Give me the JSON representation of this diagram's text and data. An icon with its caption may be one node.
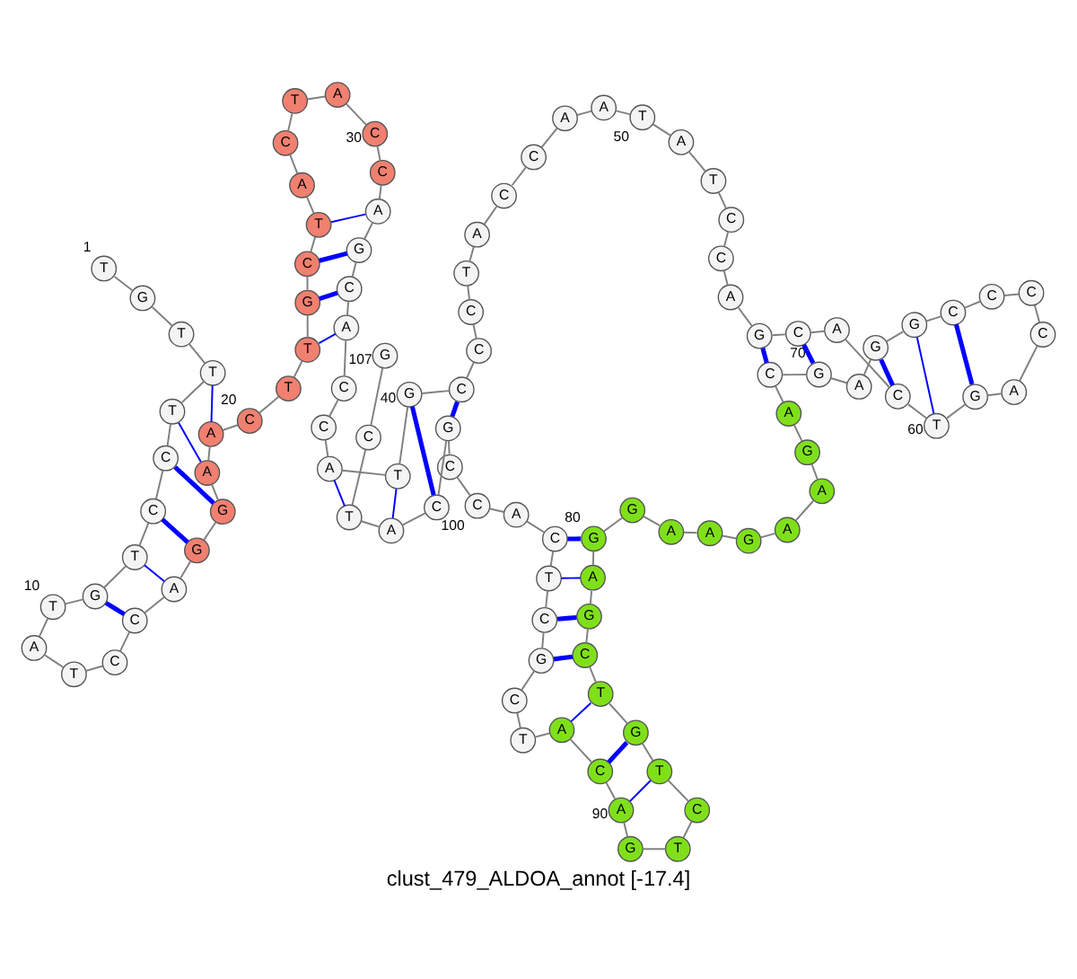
{
  "diagram": {
    "title": "clust_479_ALDOA_annot [-17.4]",
    "nodes": [
      {
        "text": [
          "T"
        ],
        "beside": [
          "1"
        ]
      },
      {
        "text": [
          "G"
        ]
      },
      {
        "text": [
          "T"
        ]
      },
      {
        "text": [
          "T"
        ]
      },
      {
        "text": [
          "T"
        ]
      },
      {
        "text": [
          "C"
        ]
      },
      {
        "text": [
          "C"
        ]
      },
      {
        "text": [
          "T"
        ]
      },
      {
        "text": [
          "G"
        ]
      },
      {
        "text": [
          "T"
        ],
        "beside": [
          "10"
        ]
      },
      {
        "text": [
          "A"
        ]
      },
      {
        "text": [
          "T"
        ]
      },
      {
        "text": [
          "C"
        ]
      },
      {
        "text": [
          "C"
        ]
      },
      {
        "text": [
          "A"
        ]
      },
      {
        "text": [
          "G"
        ]
      },
      {
        "text": [
          "G"
        ]
      },
      {
        "text": [
          "A"
        ]
      },
      {
        "text": [
          "A"
        ]
      },
      {
        "text": [
          "C"
        ],
        "beside": [
          "20"
        ]
      },
      {
        "text": [
          "T"
        ]
      },
      {
        "text": [
          "T"
        ]
      },
      {
        "text": [
          "G"
        ]
      },
      {
        "text": [
          "C"
        ]
      },
      {
        "text": [
          "T"
        ]
      },
      {
        "text": [
          "A"
        ]
      },
      {
        "text": [
          "C"
        ]
      },
      {
        "text": [
          "T"
        ]
      },
      {
        "text": [
          "A"
        ]
      },
      {
        "text": [
          "C"
        ],
        "beside": [
          "30"
        ]
      },
      {
        "text": [
          "C"
        ]
      },
      {
        "text": [
          "A"
        ]
      },
      {
        "text": [
          "G"
        ]
      },
      {
        "text": [
          "C"
        ]
      },
      {
        "text": [
          "A"
        ]
      },
      {
        "text": [
          "C"
        ]
      },
      {
        "text": [
          "C"
        ]
      },
      {
        "text": [
          "A"
        ]
      },
      {
        "text": [
          "T"
        ]
      },
      {
        "text": [
          "G"
        ],
        "beside": [
          "40"
        ]
      },
      {
        "text": [
          "C"
        ]
      },
      {
        "text": [
          "C"
        ]
      },
      {
        "text": [
          "C"
        ]
      },
      {
        "text": [
          "T"
        ]
      },
      {
        "text": [
          "A"
        ]
      },
      {
        "text": [
          "C"
        ]
      },
      {
        "text": [
          "C"
        ]
      },
      {
        "text": [
          "A"
        ]
      },
      {
        "text": [
          "A"
        ]
      },
      {
        "text": [
          "T"
        ],
        "beside": [
          "50"
        ]
      },
      {
        "text": [
          "A"
        ]
      },
      {
        "text": [
          "T"
        ]
      },
      {
        "text": [
          "C"
        ]
      },
      {
        "text": [
          "C"
        ]
      },
      {
        "text": [
          "A"
        ]
      },
      {
        "text": [
          "G"
        ]
      },
      {
        "text": [
          "C"
        ]
      },
      {
        "text": [
          "A"
        ]
      },
      {
        "text": [
          "C"
        ]
      },
      {
        "text": [
          "T"
        ],
        "beside": [
          "60"
        ]
      },
      {
        "text": [
          "G"
        ]
      },
      {
        "text": [
          "A"
        ]
      },
      {
        "text": [
          "C"
        ]
      },
      {
        "text": [
          "C"
        ]
      },
      {
        "text": [
          "C"
        ]
      },
      {
        "text": [
          "C"
        ]
      },
      {
        "text": [
          "G"
        ]
      },
      {
        "text": [
          "G"
        ]
      },
      {
        "text": [
          "A"
        ]
      },
      {
        "text": [
          "G"
        ],
        "beside": [
          "70"
        ]
      },
      {
        "text": [
          "C"
        ]
      },
      {
        "text": [
          "A"
        ]
      },
      {
        "text": [
          "G"
        ]
      },
      {
        "text": [
          "A"
        ]
      },
      {
        "text": [
          "A"
        ]
      },
      {
        "text": [
          "G"
        ]
      },
      {
        "text": [
          "A"
        ]
      },
      {
        "text": [
          "A"
        ]
      },
      {
        "text": [
          "G"
        ]
      },
      {
        "text": [
          "G"
        ],
        "beside": [
          "80"
        ]
      },
      {
        "text": [
          "A"
        ]
      },
      {
        "text": [
          "G"
        ]
      },
      {
        "text": [
          "C"
        ]
      },
      {
        "text": [
          "T"
        ]
      },
      {
        "text": [
          "G"
        ]
      },
      {
        "text": [
          "T"
        ]
      },
      {
        "text": [
          "C"
        ]
      },
      {
        "text": [
          "T"
        ]
      },
      {
        "text": [
          "G"
        ]
      },
      {
        "text": [
          "A"
        ],
        "beside": [
          "90"
        ]
      },
      {
        "text": [
          "C"
        ]
      },
      {
        "text": [
          "A"
        ]
      },
      {
        "text": [
          "T"
        ]
      },
      {
        "text": [
          "C"
        ]
      },
      {
        "text": [
          "G"
        ]
      },
      {
        "text": [
          "C"
        ]
      },
      {
        "text": [
          "T"
        ]
      },
      {
        "text": [
          "C"
        ]
      },
      {
        "text": [
          "A"
        ]
      },
      {
        "text": [
          "C"
        ],
        "beside": [
          "100"
        ]
      },
      {
        "text": [
          "C"
        ]
      },
      {
        "text": [
          "G"
        ]
      },
      {
        "text": [
          "C"
        ]
      },
      {
        "text": [
          "A"
        ]
      },
      {
        "text": [
          "T"
        ]
      },
      {
        "text": [
          "C"
        ]
      },
      {
        "text": [
          "G"
        ],
        "beside": [
          "107"
        ]
      }
    ],
    "edges": [
      {
        "from": 0,
        "to": 1,
        "arrow": "none"
      },
      {
        "from": 1,
        "to": 2,
        "arrow": "none"
      },
      {
        "from": 2,
        "to": 3,
        "arrow": "none"
      },
      {
        "from": 3,
        "to": 4,
        "arrow": "none"
      },
      {
        "from": 4,
        "to": 5,
        "arrow": "none"
      },
      {
        "from": 5,
        "to": 6,
        "arrow": "none"
      },
      {
        "from": 6,
        "to": 7,
        "arrow": "none"
      },
      {
        "from": 7,
        "to": 8,
        "arrow": "none"
      },
      {
        "from": 8,
        "to": 9,
        "arrow": "none"
      },
      {
        "from": 9,
        "to": 10,
        "arrow": "none"
      },
      {
        "from": 10,
        "to": 11,
        "arrow": "none"
      },
      {
        "from": 11,
        "to": 12,
        "arrow": "none"
      },
      {
        "from": 12,
        "to": 13,
        "arrow": "none"
      },
      {
        "from": 13,
        "to": 14,
        "arrow": "none"
      },
      {
        "from": 14,
        "to": 15,
        "arrow": "none"
      },
      {
        "from": 15,
        "to": 16,
        "arrow": "none"
      },
      {
        "from": 16,
        "to": 17,
        "arrow": "none"
      },
      {
        "from": 17,
        "to": 18,
        "arrow": "none"
      },
      {
        "from": 18,
        "to": 19,
        "arrow": "none"
      },
      {
        "from": 19,
        "to": 20,
        "arrow": "none"
      },
      {
        "from": 20,
        "to": 21,
        "arrow": "none"
      },
      {
        "from": 21,
        "to": 22,
        "arrow": "none"
      },
      {
        "from": 22,
        "to": 23,
        "arrow": "none"
      },
      {
        "from": 23,
        "to": 24,
        "arrow": "none"
      },
      {
        "from": 24,
        "to": 25,
        "arrow": "none"
      },
      {
        "from": 25,
        "to": 26,
        "arrow": "none"
      },
      {
        "from": 26,
        "to": 27,
        "arrow": "none"
      },
      {
        "from": 27,
        "to": 28,
        "arrow": "none"
      },
      {
        "from": 28,
        "to": 29,
        "arrow": "none"
      },
      {
        "from": 29,
        "to": 30,
        "arrow": "none"
      },
      {
        "from": 30,
        "to": 31,
        "arrow": "none"
      },
      {
        "from": 31,
        "to": 32,
        "arrow": "none"
      },
      {
        "from": 32,
        "to": 33,
        "arrow": "none"
      },
      {
        "from": 33,
        "to": 34,
        "arrow": "none"
      },
      {
        "from": 34,
        "to": 35,
        "arrow": "none"
      },
      {
        "from": 35,
        "to": 36,
        "arrow": "none"
      },
      {
        "from": 36,
        "to": 37,
        "arrow": "none"
      },
      {
        "from": 37,
        "to": 38,
        "arrow": "none"
      },
      {
        "from": 38,
        "to": 39,
        "arrow": "none"
      },
      {
        "from": 39,
        "to": 40,
        "arrow": "none"
      },
      {
        "from": 40,
        "to": 41,
        "arrow": "none"
      },
      {
        "from": 41,
        "to": 42,
        "arrow": "none"
      },
      {
        "from": 42,
        "to": 43,
        "arrow": "none"
      },
      {
        "from": 43,
        "to": 44,
        "arrow": "none"
      },
      {
        "from": 44,
        "to": 45,
        "arrow": "none"
      },
      {
        "from": 45,
        "to": 46,
        "arrow": "none"
      },
      {
        "from": 46,
        "to": 47,
        "arrow": "none"
      },
      {
        "from": 47,
        "to": 48,
        "arrow": "none"
      },
      {
        "from": 48,
        "to": 49,
        "arrow": "none"
      },
      {
        "from": 49,
        "to": 50,
        "arrow": "none"
      },
      {
        "from": 50,
        "to": 51,
        "arrow": "none"
      },
      {
        "from": 51,
        "to": 52,
        "arrow": "none"
      },
      {
        "from": 52,
        "to": 53,
        "arrow": "none"
      },
      {
        "from": 53,
        "to": 54,
        "arrow": "none"
      },
      {
        "from": 54,
        "to": 55,
        "arrow": "none"
      },
      {
        "from": 55,
        "to": 56,
        "arrow": "none"
      },
      {
        "from": 56,
        "to": 57,
        "arrow": "none"
      },
      {
        "from": 57,
        "to": 58,
        "arrow": "none"
      },
      {
        "from": 58,
        "to": 59,
        "arrow": "none"
      },
      {
        "from": 59,
        "to": 60,
        "arrow": "none"
      },
      {
        "from": 60,
        "to": 61,
        "arrow": "none"
      },
      {
        "from": 61,
        "to": 62,
        "arrow": "none"
      },
      {
        "from": 62,
        "to": 63,
        "arrow": "none"
      },
      {
        "from": 63,
        "to": 64,
        "arrow": "none"
      },
      {
        "from": 64,
        "to": 65,
        "arrow": "none"
      },
      {
        "from": 65,
        "to": 66,
        "arrow": "none"
      },
      {
        "from": 66,
        "to": 67,
        "arrow": "none"
      },
      {
        "from": 67,
        "to": 68,
        "arrow": "none"
      },
      {
        "from": 68,
        "to": 69,
        "arrow": "none"
      },
      {
        "from": 69,
        "to": 70,
        "arrow": "none"
      },
      {
        "from": 70,
        "to": 71,
        "arrow": "none"
      },
      {
        "from": 71,
        "to": 72,
        "arrow": "none"
      },
      {
        "from": 72,
        "to": 73,
        "arrow": "none"
      },
      {
        "from": 73,
        "to": 74,
        "arrow": "none"
      },
      {
        "from": 74,
        "to": 75,
        "arrow": "none"
      },
      {
        "from": 75,
        "to": 76,
        "arrow": "none"
      },
      {
        "from": 76,
        "to": 77,
        "arrow": "none"
      },
      {
        "from": 77,
        "to": 78,
        "arrow": "none"
      },
      {
        "from": 78,
        "to": 79,
        "arrow": "none"
      },
      {
        "from": 79,
        "to": 80,
        "arrow": "none"
      },
      {
        "from": 80,
        "to": 81,
        "arrow": "none"
      },
      {
        "from": 81,
        "to": 82,
        "arrow": "none"
      },
      {
        "from": 82,
        "to": 83,
        "arrow": "none"
      },
      {
        "from": 83,
        "to": 84,
        "arrow": "none"
      },
      {
        "from": 84,
        "to": 85,
        "arrow": "none"
      },
      {
        "from": 85,
        "to": 86,
        "arrow": "none"
      },
      {
        "from": 86,
        "to": 87,
        "arrow": "none"
      },
      {
        "from": 87,
        "to": 88,
        "arrow": "none"
      },
      {
        "from": 88,
        "to": 89,
        "arrow": "none"
      },
      {
        "from": 89,
        "to": 90,
        "arrow": "none"
      },
      {
        "from": 90,
        "to": 91,
        "arrow": "none"
      },
      {
        "from": 91,
        "to": 92,
        "arrow": "none"
      },
      {
        "from": 92,
        "to": 93,
        "arrow": "none"
      },
      {
        "from": 93,
        "to": 94,
        "arrow": "none"
      },
      {
        "from": 94,
        "to": 95,
        "arrow": "none"
      },
      {
        "from": 95,
        "to": 96,
        "arrow": "none"
      },
      {
        "from": 96,
        "to": 97,
        "arrow": "none"
      },
      {
        "from": 97,
        "to": 98,
        "arrow": "none"
      },
      {
        "from": 98,
        "to": 99,
        "arrow": "none"
      },
      {
        "from": 99,
        "to": 100,
        "arrow": "none"
      },
      {
        "from": 100,
        "to": 101,
        "arrow": "none"
      },
      {
        "from": 101,
        "to": 102,
        "arrow": "none"
      },
      {
        "from": 102,
        "to": 103,
        "arrow": "none"
      },
      {
        "from": 103,
        "to": 104,
        "arrow": "none"
      },
      {
        "from": 104,
        "to": 105,
        "arrow": "none"
      },
      {
        "from": 105,
        "to": 106,
        "arrow": "none"
      },
      {
        "from": 3,
        "to": 18,
        "arrow": "none",
        "color": "#0000ff"
      },
      {
        "from": 4,
        "to": 17,
        "arrow": "none",
        "color": "#0000ff"
      },
      {
        "from": 5,
        "to": 16,
        "arrow": "none",
        "color": "#0000ff",
        "style": "thick"
      },
      {
        "from": 6,
        "to": 15,
        "arrow": "none",
        "color": "#0000ff",
        "style": "thick"
      },
      {
        "from": 7,
        "to": 14,
        "arrow": "none",
        "color": "#0000ff"
      },
      {
        "from": 8,
        "to": 13,
        "arrow": "none",
        "color": "#0000ff",
        "style": "thick"
      },
      {
        "from": 21,
        "to": 34,
        "arrow": "none",
        "color": "#0000ff"
      },
      {
        "from": 22,
        "to": 33,
        "arrow": "none",
        "color": "#0000ff",
        "style": "thick"
      },
      {
        "from": 23,
        "to": 32,
        "arrow": "none",
        "color": "#0000ff",
        "style": "thick"
      },
      {
        "from": 24,
        "to": 31,
        "arrow": "none",
        "color": "#0000ff"
      },
      {
        "from": 37,
        "to": 104,
        "arrow": "none",
        "color": "#0000ff"
      },
      {
        "from": 38,
        "to": 103,
        "arrow": "none",
        "color": "#0000ff"
      },
      {
        "from": 39,
        "to": 102,
        "arrow": "none",
        "color": "#0000ff",
        "style": "thick"
      },
      {
        "from": 40,
        "to": 101,
        "arrow": "none",
        "color": "#0000ff",
        "style": "thick"
      },
      {
        "from": 55,
        "to": 70,
        "arrow": "none",
        "color": "#0000ff",
        "style": "thick"
      },
      {
        "from": 56,
        "to": 69,
        "arrow": "none",
        "color": "#0000ff",
        "style": "thick"
      },
      {
        "from": 58,
        "to": 67,
        "arrow": "none",
        "color": "#0000ff",
        "style": "thick"
      },
      {
        "from": 59,
        "to": 66,
        "arrow": "none",
        "color": "#0000ff"
      },
      {
        "from": 60,
        "to": 65,
        "arrow": "none",
        "color": "#0000ff",
        "style": "thick"
      },
      {
        "from": 79,
        "to": 97,
        "arrow": "none",
        "color": "#0000ff",
        "style": "thick"
      },
      {
        "from": 80,
        "to": 96,
        "arrow": "none",
        "color": "#0000ff"
      },
      {
        "from": 81,
        "to": 95,
        "arrow": "none",
        "color": "#0000ff",
        "style": "thick"
      },
      {
        "from": 82,
        "to": 94,
        "arrow": "none",
        "color": "#0000ff",
        "style": "thick"
      },
      {
        "from": 83,
        "to": 91,
        "arrow": "none",
        "color": "#0000ff"
      },
      {
        "from": 84,
        "to": 90,
        "arrow": "none",
        "color": "#0000ff",
        "style": "thick"
      },
      {
        "from": 85,
        "to": 89,
        "arrow": "none",
        "color": "#0000ff"
      }
    ]
  }
}
